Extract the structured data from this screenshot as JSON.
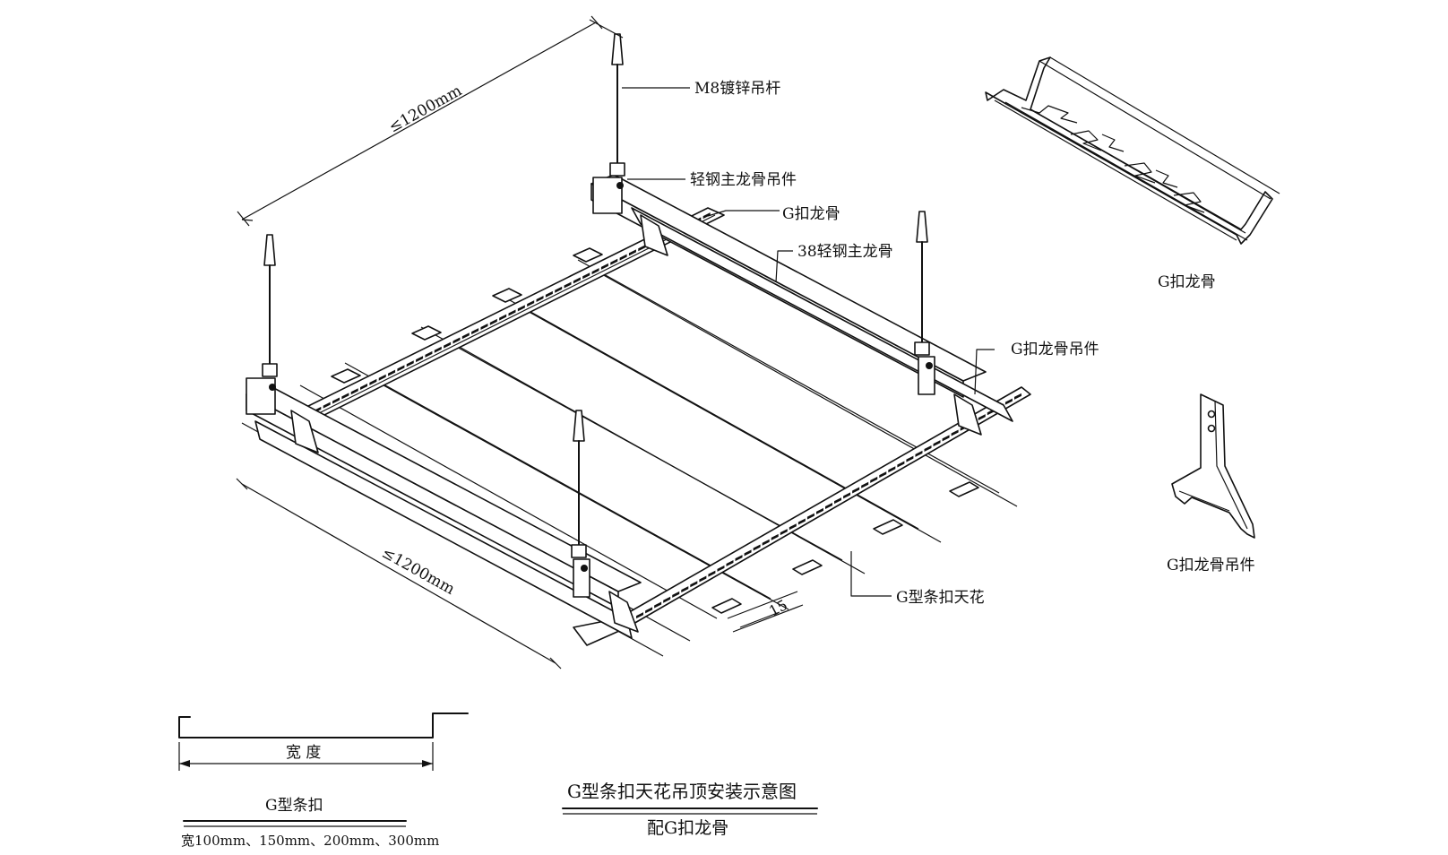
{
  "labels": {
    "rod": "M8镀锌吊杆",
    "main_hanger": "轻钢主龙骨吊件",
    "g_keel_top": "G扣龙骨",
    "main_keel": "38轻钢主龙骨",
    "g_keel_hanger_callout": "G扣龙骨吊件",
    "ceiling_panel": "G型条扣天花",
    "detail_keel": "G扣龙骨",
    "detail_hanger": "G扣龙骨吊件"
  },
  "dimensions": {
    "top_length": "≤1200mm",
    "bottom_length": "≤1200mm",
    "gap": "15"
  },
  "profile": {
    "width_label": "宽 度",
    "name": "G型条扣",
    "sizes": "宽100mm、150mm、200mm、300mm"
  },
  "title": {
    "main": "G型条扣天花吊顶安装示意图",
    "sub": "配G扣龙骨"
  }
}
